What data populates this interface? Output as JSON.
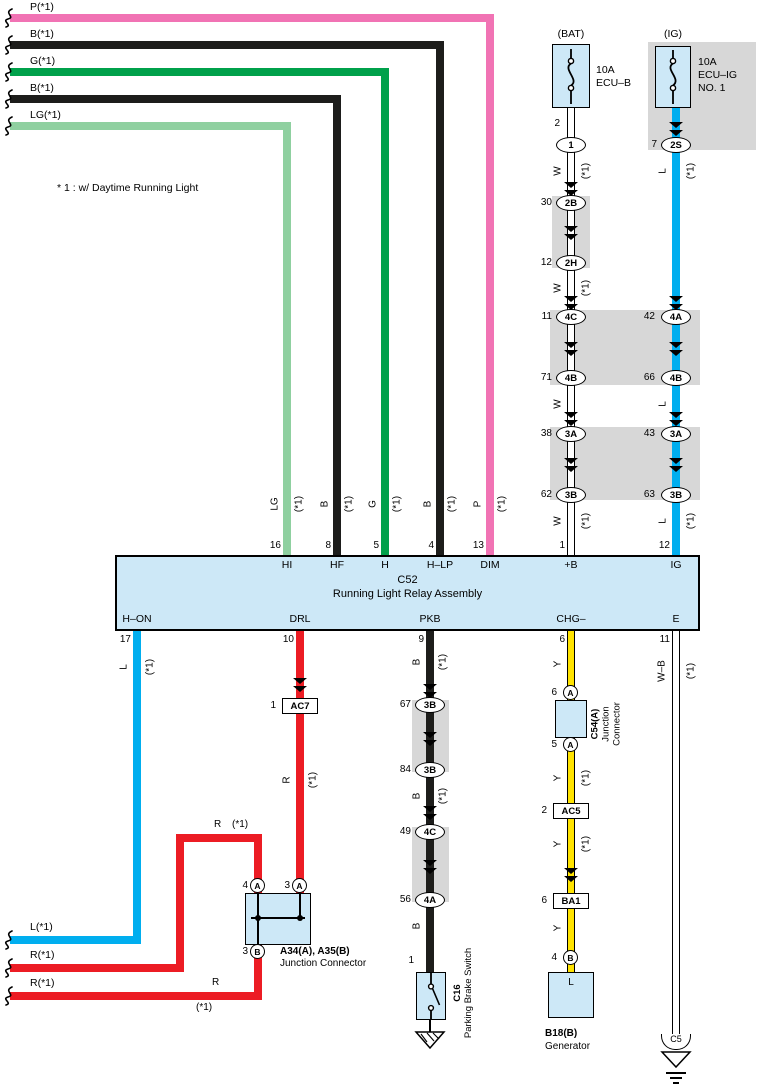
{
  "note": "* 1 : w/ Daytime Running Light",
  "colors": {
    "pink": "#f173b4",
    "black": "#1d1d1b",
    "green": "#00a14b",
    "light_green": "#8fd0a0",
    "blue": "#00aeef",
    "red": "#ec1c24",
    "yellow": "#ffe300",
    "component_fill": "#cde8f7",
    "shield_gray": "#d7d7d7"
  },
  "top_inputs": {
    "p": "P(*1)",
    "b_hlp": "B(*1)",
    "g": "G(*1)",
    "b_hf": "B(*1)",
    "lg": "LG(*1)"
  },
  "relay_input_labels": {
    "hi_c": "LG",
    "hi_m": "(*1)",
    "hf_c": "B",
    "hf_m": "(*1)",
    "h_c": "G",
    "h_m": "(*1)",
    "hlp_c": "B",
    "hlp_m": "(*1)",
    "dim_c": "P",
    "dim_m": "(*1)"
  },
  "bat": {
    "header": "(BAT)",
    "fuse_rating": "10A",
    "fuse_name": "ECU–B",
    "pin": "2",
    "conn_in": "1",
    "seg1_c": "W",
    "seg1_m": "(*1)",
    "o_2b_pin": "30",
    "o_2b": "2B",
    "o_2h_pin": "12",
    "o_2h": "2H",
    "seg2_c": "W",
    "seg2_m": "(*1)",
    "o_4c_pin": "11",
    "o_4c": "4C",
    "o_4b_pin": "71",
    "o_4b": "4B",
    "seg3_c": "W",
    "o_3a_pin": "38",
    "o_3a": "3A",
    "o_3b_pin": "62",
    "o_3b": "3B",
    "seg4_c": "W",
    "seg4_m": "(*1)"
  },
  "ig": {
    "header": "(IG)",
    "fuse_rating": "10A",
    "fuse_name1": "ECU–IG",
    "fuse_name2": "NO. 1",
    "pin": "7",
    "conn_in": "2S",
    "seg1_c": "L",
    "seg1_m": "(*1)",
    "o_4a_pin": "42",
    "o_4a": "4A",
    "o_4b_pin": "66",
    "o_4b": "4B",
    "seg2_c": "L",
    "o_3a_pin": "43",
    "o_3a": "3A",
    "o_3b_pin": "63",
    "o_3b": "3B",
    "seg3_c": "L",
    "seg3_m": "(*1)"
  },
  "relay": {
    "id": "C52",
    "name": "Running Light Relay Assembly",
    "top": [
      {
        "num": "16",
        "name": "HI"
      },
      {
        "num": "8",
        "name": "HF"
      },
      {
        "num": "5",
        "name": "H"
      },
      {
        "num": "4",
        "name": "H–LP"
      },
      {
        "num": "13",
        "name": "DIM"
      },
      {
        "num": "1",
        "name": "+B"
      },
      {
        "num": "12",
        "name": "IG"
      }
    ],
    "bottom": [
      {
        "num": "17",
        "name": "H–ON"
      },
      {
        "num": "10",
        "name": "DRL"
      },
      {
        "num": "9",
        "name": "PKB"
      },
      {
        "num": "6",
        "name": "CHG–"
      },
      {
        "num": "11",
        "name": "E"
      }
    ]
  },
  "hon": {
    "seg1_c": "L",
    "seg1_m": "(*1)",
    "input": "L(*1)"
  },
  "drl": {
    "ac7_pin": "1",
    "ac7": "AC7",
    "seg1_c": "R",
    "seg1_m": "(*1)",
    "up_c": "R",
    "up_m": "(*1)",
    "up_input": "R(*1)",
    "low_c": "R",
    "low_m": "(*1)",
    "low_input": "R(*1)",
    "junction": {
      "p4": "4",
      "t4": "A",
      "p3": "3",
      "t3": "A",
      "pb3": "3",
      "tb3": "B",
      "id": "A34(A), A35(B)",
      "name": "Junction Connector"
    }
  },
  "pkb": {
    "seg1_c": "B",
    "seg1_m": "(*1)",
    "o1_pin": "67",
    "o1": "3B",
    "o2_pin": "84",
    "o2": "3B",
    "seg2_c": "B",
    "seg2_m": "(*1)",
    "o3_pin": "49",
    "o3": "4C",
    "o4_pin": "56",
    "o4": "4A",
    "seg3_c": "B",
    "switch": {
      "pin": "1",
      "id": "C16",
      "name": "Parking Brake Switch"
    }
  },
  "chg": {
    "seg1_c": "Y",
    "c54": {
      "pin_top": "6",
      "t_top": "A",
      "pin_bot": "5",
      "t_bot": "A",
      "id": "C54(A)",
      "name1": "Junction",
      "name2": "Connector"
    },
    "seg2_c": "Y",
    "seg2_m": "(*1)",
    "ac5_pin": "2",
    "ac5": "AC5",
    "seg3_c": "Y",
    "seg3_m": "(*1)",
    "ba1_pin": "6",
    "ba1": "BA1",
    "seg4_c": "Y",
    "gen": {
      "pin": "4",
      "t": "B",
      "terminal": "L",
      "id": "B18(B)",
      "name": "Generator"
    }
  },
  "e": {
    "seg1_c": "W–B",
    "seg1_m": "(*1)",
    "conn": "C5"
  }
}
